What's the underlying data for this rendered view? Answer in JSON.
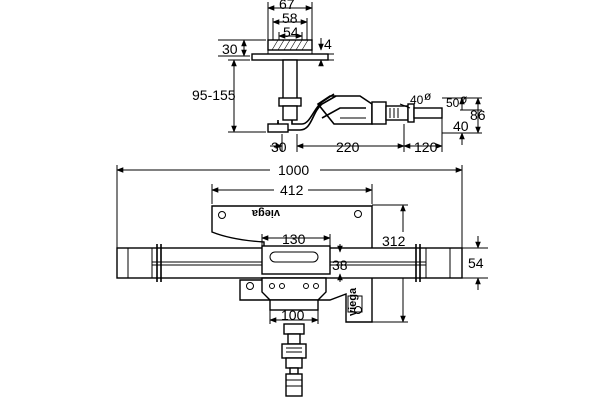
{
  "side_view": {
    "dims": {
      "flange_width": "67",
      "grate_width": "58",
      "inner_width": "54",
      "flange_thickness": "4",
      "top_height": "30",
      "height_range": "95-155",
      "pipe_diameter_small": "40",
      "pipe_diameter_large": "50",
      "outlet_height": "40",
      "overall_height": "86",
      "offset_left": "30",
      "trap_length": "220",
      "outlet_length": "120"
    }
  },
  "top_view": {
    "dims": {
      "overall_length": "1000",
      "bracket_length": "412",
      "bracket_height": "312",
      "body_length": "130",
      "body_height": "38",
      "channel_height": "54",
      "outlet_width": "100"
    },
    "brand_marks": [
      "viega",
      "viega",
      "viega"
    ]
  }
}
